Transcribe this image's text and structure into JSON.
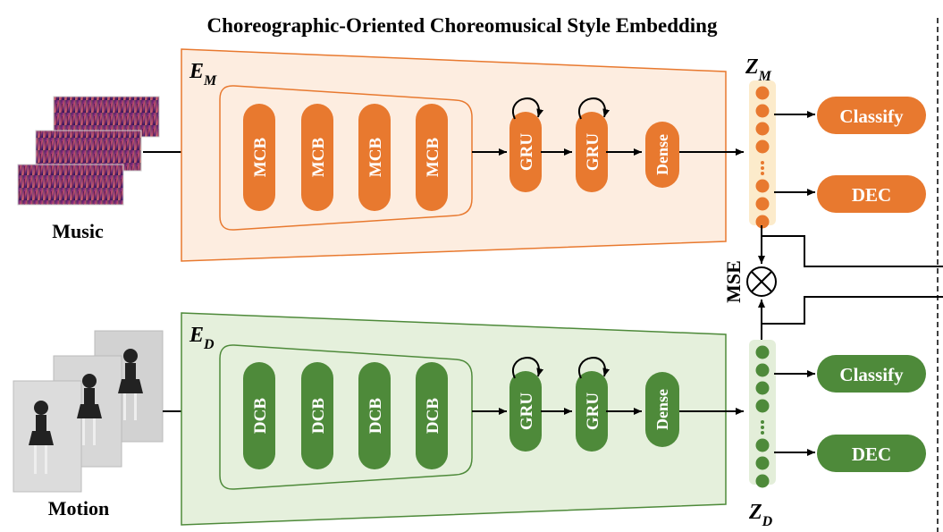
{
  "title": "Choreographic-Oriented Choreomusical Style Embedding",
  "music": {
    "label": "Music",
    "encoder_symbol": "E",
    "encoder_subscript": "M",
    "blocks": [
      "MCB",
      "MCB",
      "MCB",
      "MCB"
    ],
    "gru": [
      "GRU",
      "GRU"
    ],
    "dense": "Dense",
    "embedding_symbol": "Z",
    "embedding_subscript": "M",
    "heads": [
      "Classify",
      "DEC"
    ]
  },
  "motion": {
    "label": "Motion",
    "encoder_symbol": "E",
    "encoder_subscript": "D",
    "blocks": [
      "DCB",
      "DCB",
      "DCB",
      "DCB"
    ],
    "gru": [
      "GRU",
      "GRU"
    ],
    "dense": "Dense",
    "embedding_symbol": "Z",
    "embedding_subscript": "D",
    "heads": [
      "Classify",
      "DEC"
    ]
  },
  "loss_label": "MSE",
  "colors": {
    "orange": "#E8792F",
    "orange_fill": "#FDEDE0",
    "orange_stroke": "#E8792F",
    "green": "#4E8A3A",
    "green_fill": "#E5F0DC",
    "green_stroke": "#4E8A3A",
    "emb_orange_bg": "#FCEBCB",
    "emb_green_bg": "#E3EED9"
  }
}
